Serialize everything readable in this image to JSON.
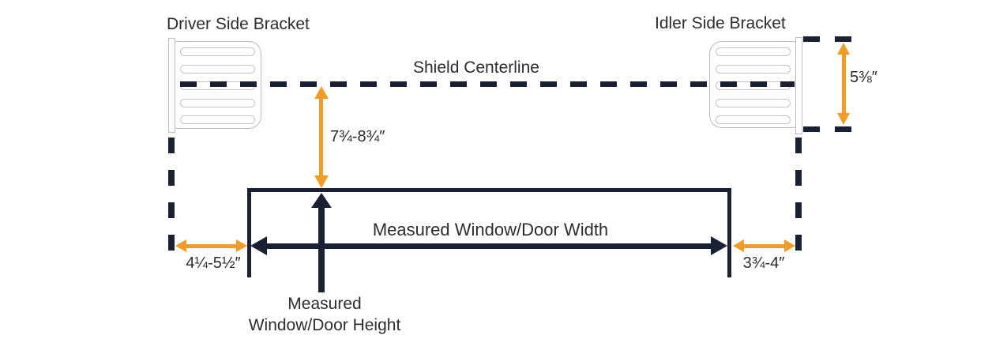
{
  "diagram": {
    "labels": {
      "driver_bracket": "Driver Side Bracket",
      "idler_bracket": "Idler Side Bracket",
      "shield_centerline": "Shield Centerline",
      "centerline_to_window_offset": "7¾-8¾″",
      "bracket_height": "5⅜″",
      "driver_side_offset": "4¼-5½″",
      "idler_side_offset": "3¾-4″",
      "window_width": "Measured Window/Door Width",
      "window_height_line1": "Measured",
      "window_height_line2": "Window/Door Height"
    },
    "colors": {
      "navy": "#1b2135",
      "orange": "#F09C26",
      "outline": "#b9bcc6",
      "text": "#2d2d2f",
      "background": "#ffffff"
    }
  }
}
